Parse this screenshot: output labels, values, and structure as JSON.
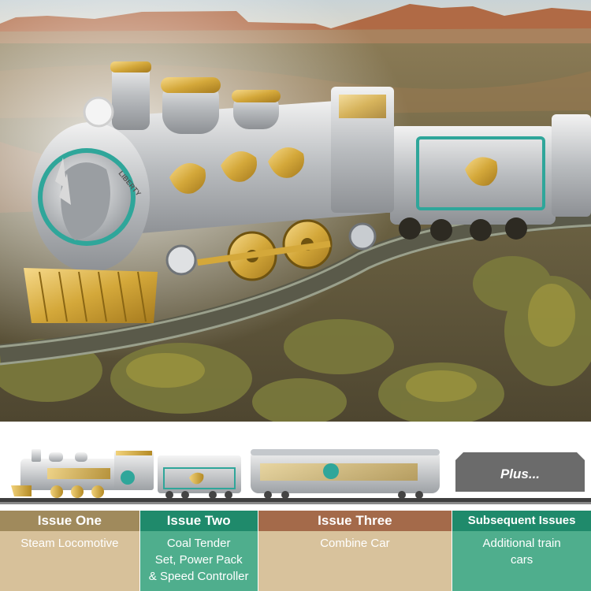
{
  "colors": {
    "issue_one_header": "#a08a5c",
    "issue_one_body": "#d7c19a",
    "issue_two_header": "#1f8a6b",
    "issue_two_body": "#4fae8d",
    "issue_three_header": "#a46a4a",
    "issue_three_body": "#d8c29c",
    "subsequent_header": "#1f8a6b",
    "subsequent_body": "#4fae8d",
    "plus_card": "#6b6b6b"
  },
  "hero": {
    "coin_text": "LIBERTY"
  },
  "thumbnails": {
    "plus_label": "Plus..."
  },
  "issues": [
    {
      "title": "Issue One",
      "lines": [
        "Steam Locomotive"
      ]
    },
    {
      "title": "Issue Two",
      "lines": [
        "Coal Tender",
        "Set, Power Pack",
        "& Speed Controller"
      ]
    },
    {
      "title": "Issue Three",
      "lines": [
        "Combine Car"
      ]
    },
    {
      "title": "Subsequent Issues",
      "lines": [
        "Additional train",
        "cars"
      ]
    }
  ]
}
